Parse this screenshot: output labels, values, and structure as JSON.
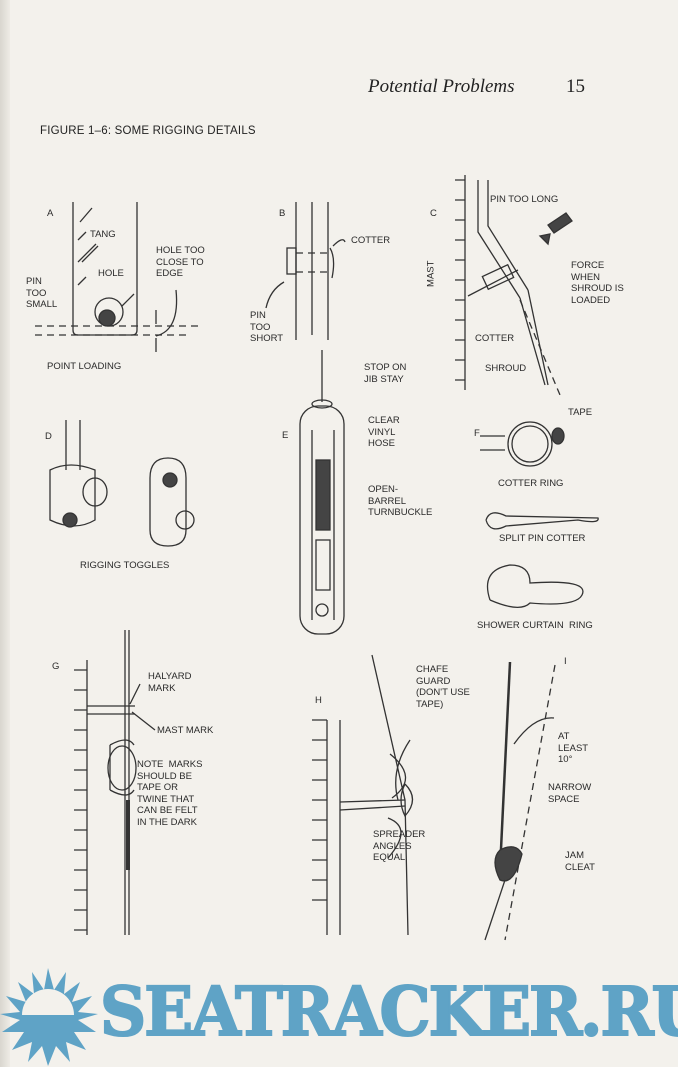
{
  "header": {
    "running_title": "Potential Problems",
    "page_number": "15"
  },
  "figure_title": "FIGURE 1–6: SOME RIGGING DETAILS",
  "labels": {
    "a": "A",
    "tang": "TANG",
    "hole": "HOLE",
    "pin_too_small": "PIN\nTOO\nSMALL",
    "hole_too_close": "HOLE TOO\nCLOSE TO\nEDGE",
    "point_loading": "POINT LOADING",
    "b": "B",
    "cotter_b": "COTTER",
    "pin_too_short": "PIN\nTOO\nSHORT",
    "c": "C",
    "pin_too_long": "PIN TOO LONG",
    "force": "FORCE\nWHEN\nSHROUD IS\nLOADED",
    "mast_c": "MAST",
    "cotter_c": "COTTER",
    "shroud": "SHROUD",
    "d": "D",
    "rigging_toggles": "RIGGING TOGGLES",
    "e": "E",
    "stop_on_jib_stay": "STOP ON\nJIB STAY",
    "clear_vinyl_hose": "CLEAR\nVINYL\nHOSE",
    "open_barrel": "OPEN-\nBARREL\nTURNBUCKLE",
    "f": "F",
    "tape_f": "TAPE",
    "cotter_ring": "COTTER RING",
    "split_pin": "SPLIT PIN COTTER",
    "shower_ring": "SHOWER CURTAIN  RING",
    "g": "G",
    "halyard_mark": "HALYARD\nMARK",
    "mast_mark": "MAST MARK",
    "note": "NOTE  MARKS\nSHOULD BE\nTAPE OR\nTWINE THAT\nCAN BE FELT\nIN THE DARK",
    "h": "H",
    "chafe_guard": "CHAFE\nGUARD\n(DON'T USE\nTAPE)",
    "spreader": "SPREADER\nANGLES\nEQUAL",
    "i": "I",
    "at_least": "AT\nLEAST\n10°",
    "narrow_space": "NARROW\nSPACE",
    "jam_cleat": "JAM\nCLEAT"
  },
  "watermark": {
    "text": "SEATRACKER.RU",
    "color": "#5fa3c6"
  }
}
